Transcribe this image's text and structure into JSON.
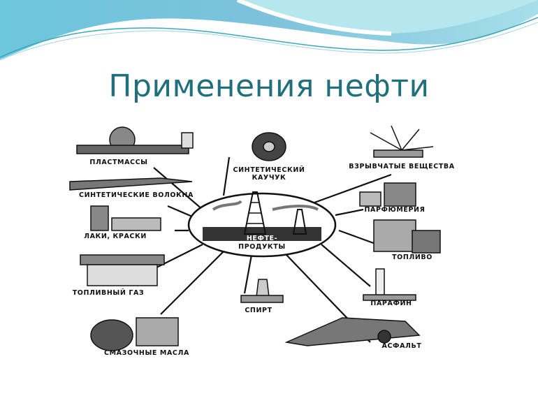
{
  "slide": {
    "title": "Применения нефти",
    "colors": {
      "title": "#1f6f7d",
      "wave_dark": "#7cc3dc",
      "wave_light": "#a9e1ea"
    }
  },
  "diagram": {
    "center": {
      "line1": "НЕФТЕ-",
      "line2": "ПРОДУКТЫ"
    },
    "items": [
      {
        "label": "ПЛАСТМАССЫ",
        "icon": "plastics-icon"
      },
      {
        "label": "СИНТЕТИЧЕСКИЙ",
        "label2": "КАУЧУК",
        "icon": "tire-icon"
      },
      {
        "label": "ВЗРЫВЧАТЫЕ ВЕЩЕСТВА",
        "icon": "explosion-icon"
      },
      {
        "label": "СИНТЕТИЧЕСКИЕ ВОЛОКНА",
        "icon": "fibers-icon"
      },
      {
        "label": "ПАРФЮМЕРИЯ",
        "icon": "perfume-icon"
      },
      {
        "label": "ЛАКИ, КРАСКИ",
        "icon": "paint-icon"
      },
      {
        "label": "ТОПЛИВО",
        "icon": "fuel-barrel-icon"
      },
      {
        "label": "ТОПЛИВНЫЙ ГАЗ",
        "icon": "gas-stove-icon"
      },
      {
        "label": "СПИРТ",
        "icon": "spirit-lamp-icon"
      },
      {
        "label": "ПАРАФИН",
        "icon": "candle-icon"
      },
      {
        "label": "СМАЗОЧНЫЕ МАСЛА",
        "icon": "oil-barrel-icon"
      },
      {
        "label": "АСФАЛЬТ",
        "icon": "asphalt-truck-icon"
      }
    ]
  }
}
